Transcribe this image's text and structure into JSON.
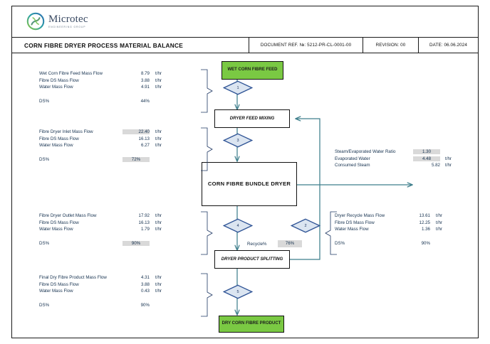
{
  "document": {
    "title": "CORN FIBRE DRYER PROCESS MATERIAL BALANCE",
    "doc_ref": "DOCUMENT REF. №: 5212-PR-CL-0001-00",
    "revision": "REVISION: 00",
    "date": "DATE: 06.06.2024"
  },
  "logo": {
    "name": "Microtec",
    "tagline": "ENGINEERING GROUP"
  },
  "units": {
    "flow": "t/hr"
  },
  "blocks": {
    "feed": {
      "rows": [
        {
          "label": "Wet Corn Fibre Feed Mass Flow",
          "value": "8.79",
          "unit": "t/hr",
          "highlight": false
        },
        {
          "label": "Fibre DS Mass Flow",
          "value": "3.88",
          "unit": "t/hr",
          "highlight": false
        },
        {
          "label": "Water Mass Flow",
          "value": "4.91",
          "unit": "t/hr",
          "highlight": false
        }
      ],
      "ds_label": "DS%",
      "ds_value": "44%",
      "ds_highlight": false
    },
    "inlet": {
      "rows": [
        {
          "label": "Fibre Dryer Inlet Mass Flow",
          "value": "22.40",
          "unit": "t/hr",
          "highlight": true
        },
        {
          "label": "Fibre DS Mass Flow",
          "value": "16.13",
          "unit": "t/hr",
          "highlight": false
        },
        {
          "label": "Water Mass Flow",
          "value": "6.27",
          "unit": "t/hr",
          "highlight": false
        }
      ],
      "ds_label": "DS%",
      "ds_value": "72%",
      "ds_highlight": true
    },
    "outlet": {
      "rows": [
        {
          "label": "Fibre Dryer Outlet Mass Flow",
          "value": "17.92",
          "unit": "t/hr",
          "highlight": false
        },
        {
          "label": "Fibre DS Mass Flow",
          "value": "16.13",
          "unit": "t/hr",
          "highlight": false
        },
        {
          "label": "Water Mass Flow",
          "value": "1.79",
          "unit": "t/hr",
          "highlight": false
        }
      ],
      "ds_label": "DS%",
      "ds_value": "90%",
      "ds_highlight": true
    },
    "product": {
      "rows": [
        {
          "label": "Final Dry Fibre Product Mass Flow",
          "value": "4.31",
          "unit": "t/hr",
          "highlight": false
        },
        {
          "label": "Fibre DS Mass Flow",
          "value": "3.88",
          "unit": "t/hr",
          "highlight": false
        },
        {
          "label": "Water Mass Flow",
          "value": "0.43",
          "unit": "t/hr",
          "highlight": false
        }
      ],
      "ds_label": "DS%",
      "ds_value": "90%",
      "ds_highlight": false
    },
    "steam": {
      "rows": [
        {
          "label": "Steam/Evaporated Water Ratio",
          "value": "1.30",
          "unit": "",
          "highlight": true
        },
        {
          "label": "Evaporated Water",
          "value": "4.48",
          "unit": "t/hr",
          "highlight": true
        },
        {
          "label": "Consumed Steam",
          "value": "5.82",
          "unit": "t/hr",
          "highlight": false
        }
      ]
    },
    "recycle": {
      "rows": [
        {
          "label": "Dryer Recycle Mass Flow",
          "value": "13.61",
          "unit": "t/hr",
          "highlight": false
        },
        {
          "label": "Fibre DS Mass Flow",
          "value": "12.25",
          "unit": "t/hr",
          "highlight": false
        },
        {
          "label": "Water Mass Flow",
          "value": "1.36",
          "unit": "t/hr",
          "highlight": false
        }
      ],
      "ds_label": "DS%",
      "ds_value": "90%",
      "ds_highlight": false
    }
  },
  "flow": {
    "wet_feed_box": "WET CORN FIBRE FEED",
    "feed_mixing_box": "DRYER FEED MIXING",
    "dryer_box": "CORN FIBRE BUNDLE DRYER",
    "product_splitting_box": "DRYER PRODUCT SPLITTING",
    "dry_product_box": "DRY CORN FIBRE PRODUCT",
    "nodes": [
      "1",
      "3",
      "4",
      "2",
      "5"
    ],
    "recycle_label": "Recycle%",
    "recycle_value": "76%"
  },
  "colors": {
    "terminal_green": "#7ac943",
    "diamond_fill": "#dbe5f1",
    "diamond_stroke": "#2e5395",
    "wire": "#3f7f8c",
    "highlight": "#d9d9d9",
    "text_blue": "#15314f"
  }
}
